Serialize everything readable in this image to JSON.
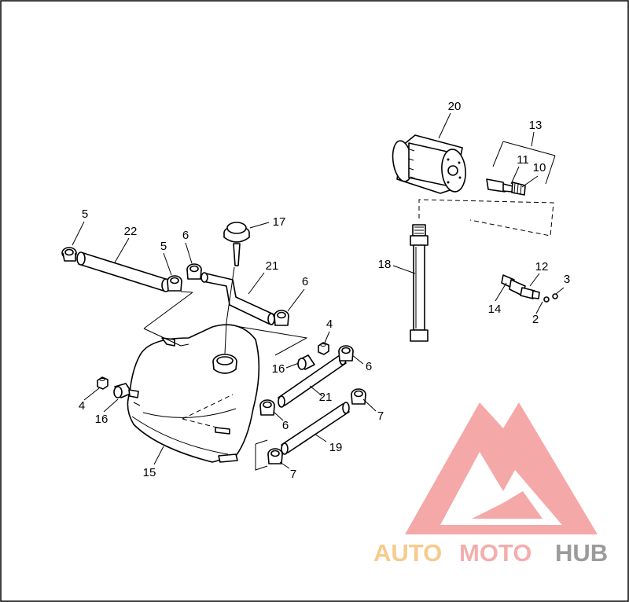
{
  "diagram": {
    "callouts": [
      "20",
      "13",
      "11",
      "10",
      "17",
      "5",
      "22",
      "5",
      "6",
      "21",
      "6",
      "18",
      "12",
      "3",
      "14",
      "2",
      "4",
      "16",
      "6",
      "21",
      "4",
      "16",
      "6",
      "7",
      "19",
      "15",
      "7"
    ]
  },
  "watermark": {
    "logo_text_1": "AUTO",
    "logo_text_2": "MOTO",
    "logo_text_3": "HUB",
    "color_auto": "#f5c27a",
    "color_moto": "#f2a0a0",
    "color_hub": "#8a8a8a",
    "triangle_color": "#f39a9a"
  }
}
